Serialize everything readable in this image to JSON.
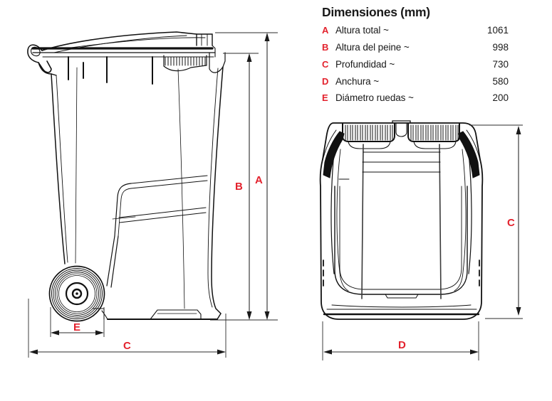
{
  "dimensions_table": {
    "title": "Dimensiones (mm)",
    "accent_color": "#e3222d",
    "text_color": "#1a1a1a",
    "rows": [
      {
        "key": "A",
        "label": "Altura total ~",
        "value": "1061"
      },
      {
        "key": "B",
        "label": "Altura del peine ~",
        "value": "998"
      },
      {
        "key": "C",
        "label": "Profundidad ~",
        "value": "730"
      },
      {
        "key": "D",
        "label": "Anchura ~",
        "value": "580"
      },
      {
        "key": "E",
        "label": "Diámetro ruedas ~",
        "value": "200"
      }
    ]
  }
}
